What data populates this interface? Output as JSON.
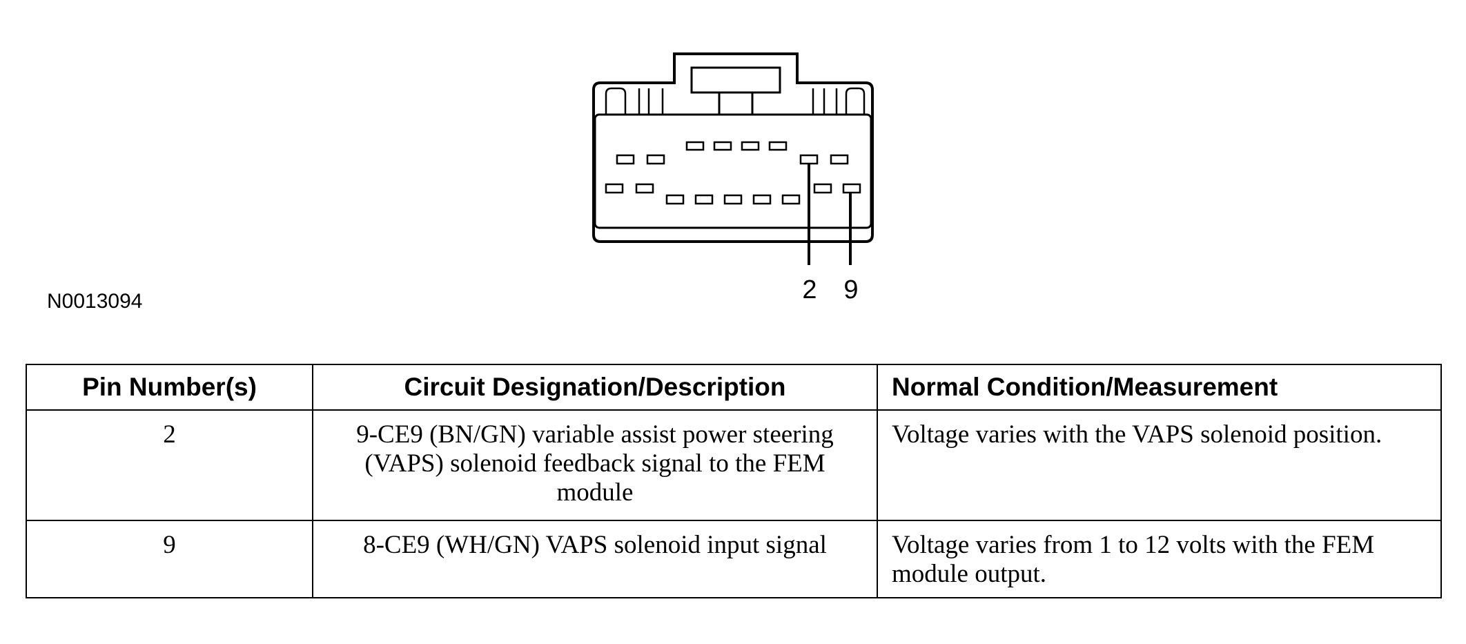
{
  "diagram": {
    "pin_labels": [
      "2",
      "9"
    ],
    "reference_code": "N0013094"
  },
  "table": {
    "headers": [
      "Pin Number(s)",
      "Circuit Designation/Description",
      "Normal Condition/Measurement"
    ],
    "rows": [
      {
        "pin": "2",
        "circuit": "9-CE9 (BN/GN) variable assist power steering (VAPS) solenoid feedback signal to the FEM module",
        "condition": "Voltage varies with the VAPS solenoid position."
      },
      {
        "pin": "9",
        "circuit": "8-CE9 (WH/GN) VAPS solenoid input signal",
        "condition": "Voltage varies from 1 to 12 volts with the FEM module output."
      }
    ]
  }
}
